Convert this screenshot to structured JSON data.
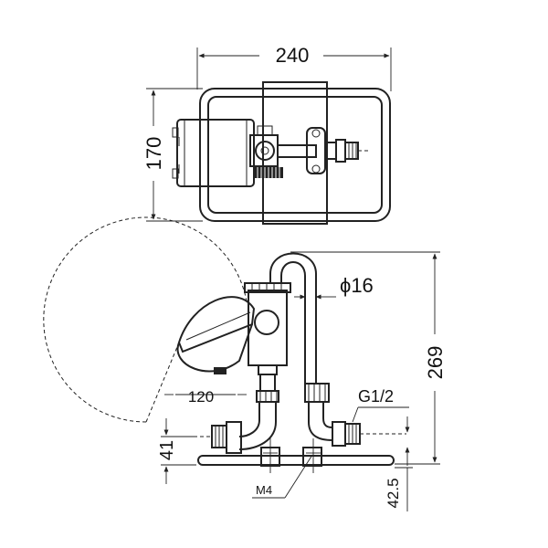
{
  "dimensions": {
    "top_width": "240",
    "top_height": "170",
    "pipe_diameter": "ϕ16",
    "total_height": "269",
    "swing_radius": "120",
    "thread": "G1/2",
    "base_height": "41",
    "base_offset": "42.5",
    "anchor_bolt": "M4"
  }
}
